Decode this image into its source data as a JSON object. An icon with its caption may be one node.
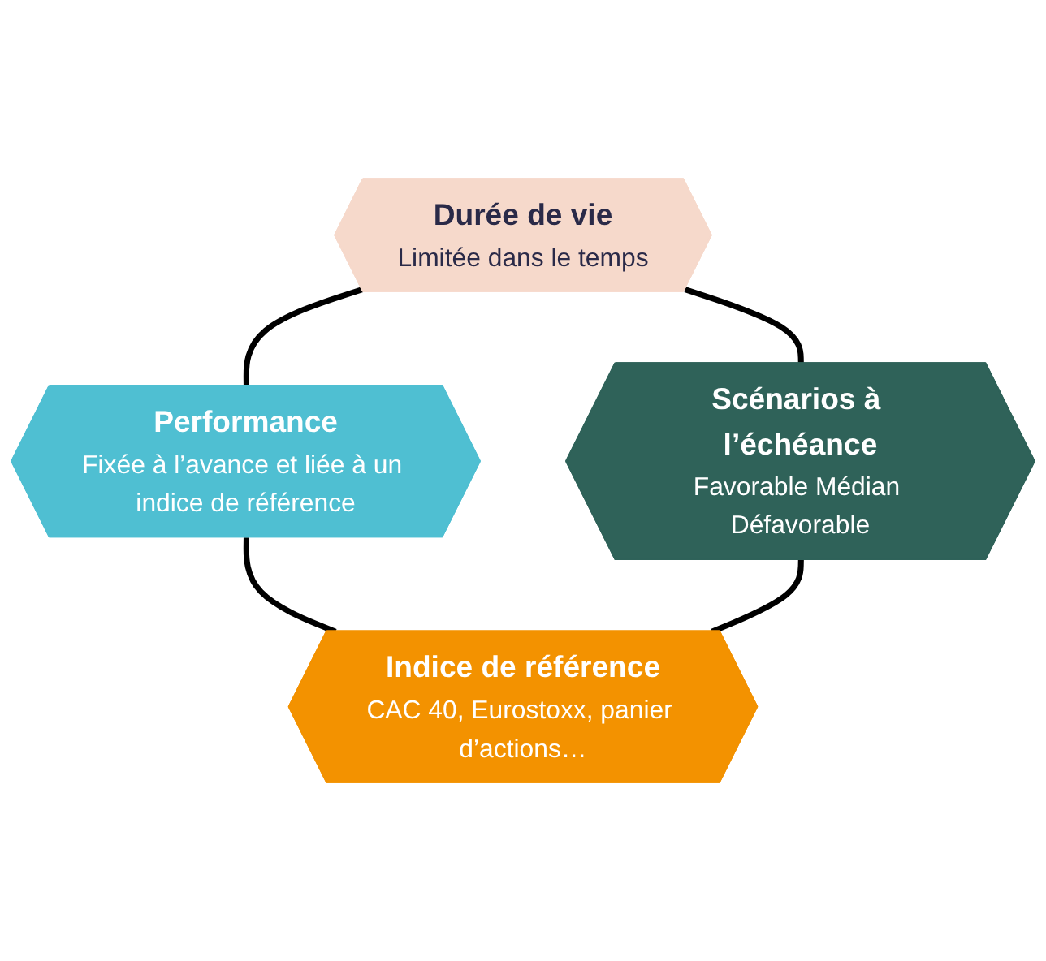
{
  "diagram": {
    "nodes": [
      {
        "text": [
          "Durée de vie",
          "Limitée dans le temps"
        ]
      },
      {
        "text": [
          "Performance",
          "Fixée à l’avance et liée à un indice de référence"
        ]
      },
      {
        "text": [
          "Scénarios à l’échéance",
          "Favorable Médian Défavorable"
        ]
      },
      {
        "text": [
          "Indice de référence",
          "CAC 40, Eurostoxx, panier d’actions…"
        ]
      }
    ],
    "edges": [
      {
        "from": 0,
        "to": 1,
        "arrow": "none"
      },
      {
        "from": 0,
        "to": 2,
        "arrow": "none"
      },
      {
        "from": 1,
        "to": 3,
        "arrow": "none"
      },
      {
        "from": 2,
        "to": 3,
        "arrow": "none"
      }
    ]
  }
}
